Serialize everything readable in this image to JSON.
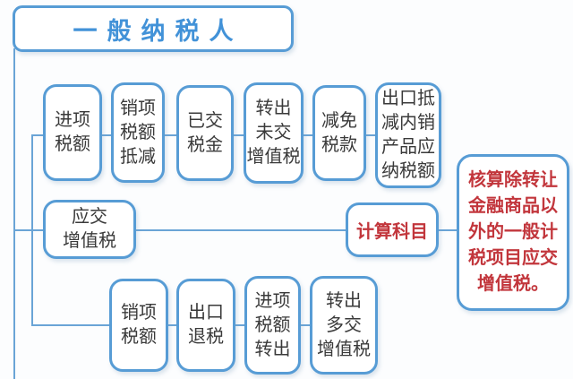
{
  "colors": {
    "node_border_blue": "#579cd5",
    "connector_blue": "#6aa4d6",
    "title_text_blue": "#4292d8",
    "node_text_dark": "#3a3a3a",
    "accent_red": "#c2363c",
    "background": "#fcfdfe"
  },
  "diagram": {
    "root": {
      "label": "一般纳税人"
    },
    "row1": [
      {
        "label": "进项\n税额"
      },
      {
        "label": "销项\n税额\n抵减"
      },
      {
        "label": "已交\n税金"
      },
      {
        "label": "转出\n未交\n增值税"
      },
      {
        "label": "减免\n税款"
      },
      {
        "label": "出口抵\n减内销\n产品应\n纳税额"
      }
    ],
    "row2": {
      "payable_vat": {
        "label": "应交\n增值税"
      },
      "calc_subject": {
        "label": "计算科目"
      },
      "note": {
        "label": "核算除转让\n金融商品以\n外的一般计\n税项目应交\n增值税。"
      }
    },
    "row3": [
      {
        "label": "销项\n税额"
      },
      {
        "label": "出口\n退税"
      },
      {
        "label": "进项\n税额\n转出"
      },
      {
        "label": "转出\n多交\n增值税"
      }
    ]
  }
}
